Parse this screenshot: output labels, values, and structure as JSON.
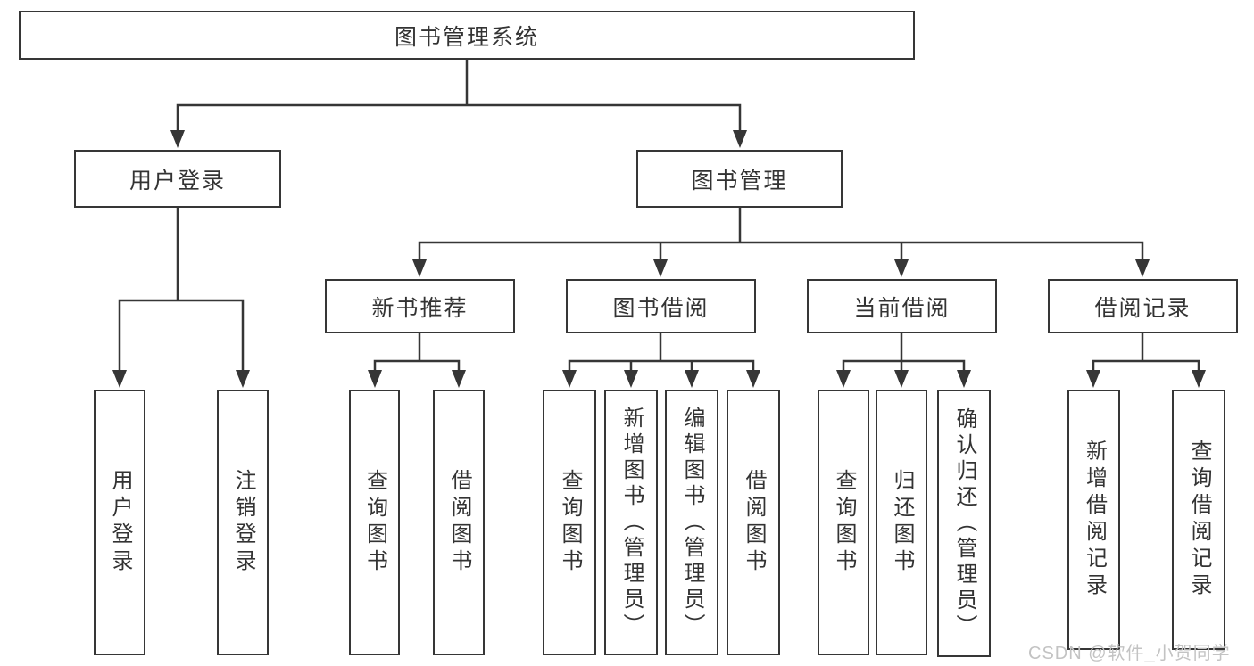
{
  "diagram_title": "图书管理系统",
  "tree": {
    "label": "图书管理系统",
    "children": [
      {
        "label": "用户登录",
        "children": [
          {
            "label": "用户登录"
          },
          {
            "label": "注销登录"
          }
        ]
      },
      {
        "label": "图书管理",
        "children": [
          {
            "label": "新书推荐",
            "children": [
              {
                "label": "查询图书"
              },
              {
                "label": "借阅图书"
              }
            ]
          },
          {
            "label": "图书借阅",
            "children": [
              {
                "label": "查询图书"
              },
              {
                "label": "新增图书（管理员）"
              },
              {
                "label": "编辑图书（管理员）"
              },
              {
                "label": "借阅图书"
              }
            ]
          },
          {
            "label": "当前借阅",
            "children": [
              {
                "label": "查询图书"
              },
              {
                "label": "归还图书"
              },
              {
                "label": "确认归还（管理员）"
              }
            ]
          },
          {
            "label": "借阅记录",
            "children": [
              {
                "label": "新增借阅记录"
              },
              {
                "label": "查询借阅记录"
              }
            ]
          }
        ]
      }
    ]
  },
  "watermark": {
    "text": "CSDN @软件_小贺同学",
    "color": "#c3c3c3"
  },
  "colors": {
    "line": "#363636",
    "text": "#333333",
    "background": "#ffffff"
  }
}
